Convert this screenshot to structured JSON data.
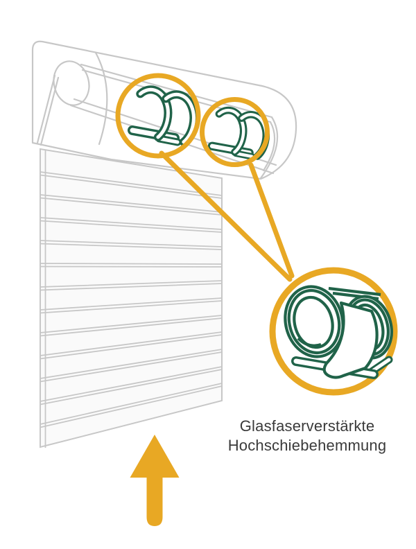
{
  "figure": {
    "caption_line1": "Glasfaserverstärkte",
    "caption_line2": "Hochschiebehemmung",
    "colors": {
      "gold": "#E8A824",
      "green": "#206349",
      "gray": "#C7C7C7",
      "text": "#3A3A3A",
      "curtain": "#FAFAFA"
    },
    "elements": {
      "headbox": "roller-shutter-headbox-outline",
      "roller": "rolled-up-shutter-cylinder",
      "curtain_slats": 13,
      "small_callout_circles": 2,
      "detail_circle": "anti-lift-clip-detail",
      "arrow": "push-up-direction-arrow"
    }
  }
}
